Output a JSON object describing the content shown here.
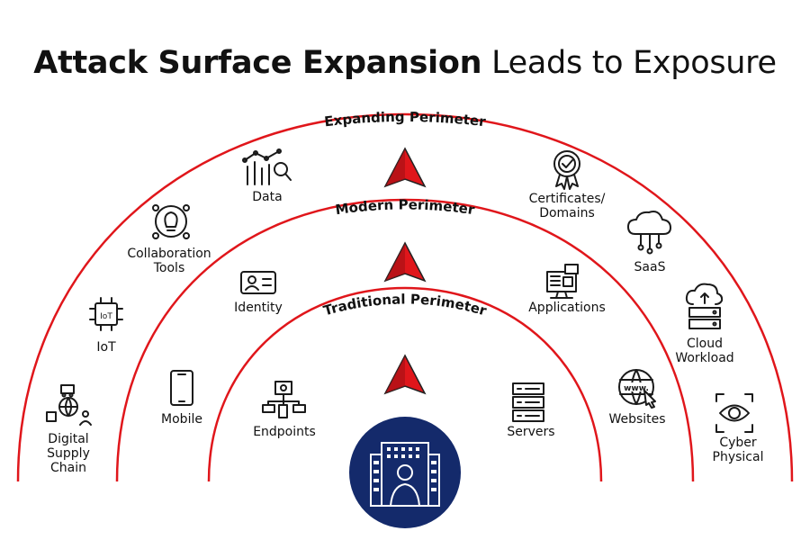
{
  "title": {
    "bold": "Attack Surface Expansion",
    "light": "Leads to Exposure"
  },
  "colors": {
    "arc": "#e0161b",
    "arrow_red": "#e0161b",
    "arrow_dark": "#8c0f12",
    "building_bg": "#142a6b",
    "icon": "#1a1a1a"
  },
  "perimeters": {
    "expanding": "Expanding Perimeter",
    "modern": "Modern Perimeter",
    "traditional": "Traditional Perimeter"
  },
  "items": {
    "data": {
      "label": "Data",
      "icon": "data-analytics-icon"
    },
    "certificates": {
      "label": "Certificates/\nDomains",
      "icon": "certificate-badge-icon"
    },
    "collaboration": {
      "label": "Collaboration\nTools",
      "icon": "collaboration-lightbulb-icon"
    },
    "saas": {
      "label": "SaaS",
      "icon": "cloud-network-icon"
    },
    "iot": {
      "label": "IoT",
      "icon": "iot-chip-icon"
    },
    "cloud_workload": {
      "label": "Cloud\nWorkload",
      "icon": "cloud-server-icon"
    },
    "supply_chain": {
      "label": "Digital\nSupply\nChain",
      "icon": "supply-chain-globe-icon"
    },
    "cyber_physical": {
      "label": "Cyber\nPhysical",
      "icon": "eye-scan-icon"
    },
    "identity": {
      "label": "Identity",
      "icon": "id-card-icon"
    },
    "applications": {
      "label": "Applications",
      "icon": "applications-monitor-icon"
    },
    "mobile": {
      "label": "Mobile",
      "icon": "mobile-phone-icon"
    },
    "websites": {
      "label": "Websites",
      "icon": "www-globe-icon"
    },
    "endpoints": {
      "label": "Endpoints",
      "icon": "endpoints-network-icon"
    },
    "servers": {
      "label": "Servers",
      "icon": "server-rack-icon"
    }
  },
  "center": {
    "icon": "office-building-person-icon"
  }
}
